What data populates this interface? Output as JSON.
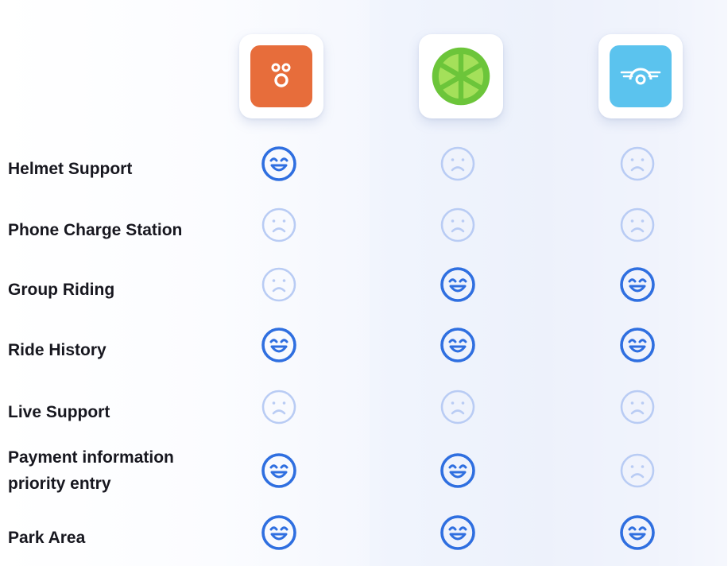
{
  "apps": [
    {
      "name_icon": "orange-app-logo-icon",
      "tile_color": "#E76D3B",
      "glyph_color": "#FFFFFF"
    },
    {
      "name_icon": "lime-wheel-logo-icon",
      "tile_color": "#7ACB3B",
      "glyph_color": "#FFFFFF"
    },
    {
      "name_icon": "winged-wheel-logo-icon",
      "tile_color": "#5BC3EE",
      "glyph_color": "#FFFFFF"
    }
  ],
  "features": [
    {
      "label": "Helmet Support",
      "values": [
        "happy",
        "sad",
        "sad"
      ]
    },
    {
      "label": "Phone Charge Station",
      "values": [
        "sad",
        "sad",
        "sad"
      ]
    },
    {
      "label": "Group Riding",
      "values": [
        "sad",
        "happy",
        "happy"
      ]
    },
    {
      "label": "Ride History",
      "values": [
        "happy",
        "happy",
        "happy"
      ]
    },
    {
      "label": "Live Support",
      "values": [
        "sad",
        "sad",
        "sad"
      ]
    },
    {
      "label_lines": [
        "Payment information",
        "priority entry"
      ],
      "values": [
        "happy",
        "happy",
        "sad"
      ]
    },
    {
      "label": "Park Area",
      "values": [
        "happy",
        "happy",
        "happy"
      ]
    }
  ],
  "colors": {
    "happy": "#2F6FE0",
    "sad": "#B9CCF4"
  }
}
